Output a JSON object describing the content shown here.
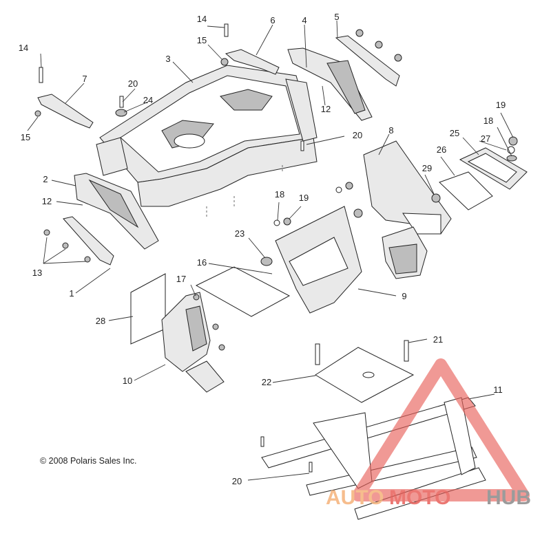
{
  "callouts": [
    {
      "id": "c1",
      "label": "1"
    },
    {
      "id": "c2",
      "label": "2"
    },
    {
      "id": "c3",
      "label": "3"
    },
    {
      "id": "c4",
      "label": "4"
    },
    {
      "id": "c5",
      "label": "5"
    },
    {
      "id": "c6",
      "label": "6"
    },
    {
      "id": "c7",
      "label": "7"
    },
    {
      "id": "c8",
      "label": "8"
    },
    {
      "id": "c9",
      "label": "9"
    },
    {
      "id": "c10",
      "label": "10"
    },
    {
      "id": "c11",
      "label": "11"
    },
    {
      "id": "c12a",
      "label": "12"
    },
    {
      "id": "c12b",
      "label": "12"
    },
    {
      "id": "c13",
      "label": "13"
    },
    {
      "id": "c14a",
      "label": "14"
    },
    {
      "id": "c14b",
      "label": "14"
    },
    {
      "id": "c15a",
      "label": "15"
    },
    {
      "id": "c15b",
      "label": "15"
    },
    {
      "id": "c16",
      "label": "16"
    },
    {
      "id": "c17",
      "label": "17"
    },
    {
      "id": "c18a",
      "label": "18"
    },
    {
      "id": "c18b",
      "label": "18"
    },
    {
      "id": "c19a",
      "label": "19"
    },
    {
      "id": "c19b",
      "label": "19"
    },
    {
      "id": "c20a",
      "label": "20"
    },
    {
      "id": "c20b",
      "label": "20"
    },
    {
      "id": "c20c",
      "label": "20"
    },
    {
      "id": "c21",
      "label": "21"
    },
    {
      "id": "c22",
      "label": "22"
    },
    {
      "id": "c23",
      "label": "23"
    },
    {
      "id": "c24",
      "label": "24"
    },
    {
      "id": "c25",
      "label": "25"
    },
    {
      "id": "c26",
      "label": "26"
    },
    {
      "id": "c27",
      "label": "27"
    },
    {
      "id": "c28",
      "label": "28"
    },
    {
      "id": "c29",
      "label": "29"
    }
  ],
  "copyright": "© 2008 Polaris Sales Inc.",
  "watermark": {
    "part1": "AUTO",
    "part2": "MOTO",
    "part3": "HUB",
    "color_orange": "#f5b27a",
    "color_red": "#e8605a",
    "color_gray": "#8a8a8a"
  }
}
